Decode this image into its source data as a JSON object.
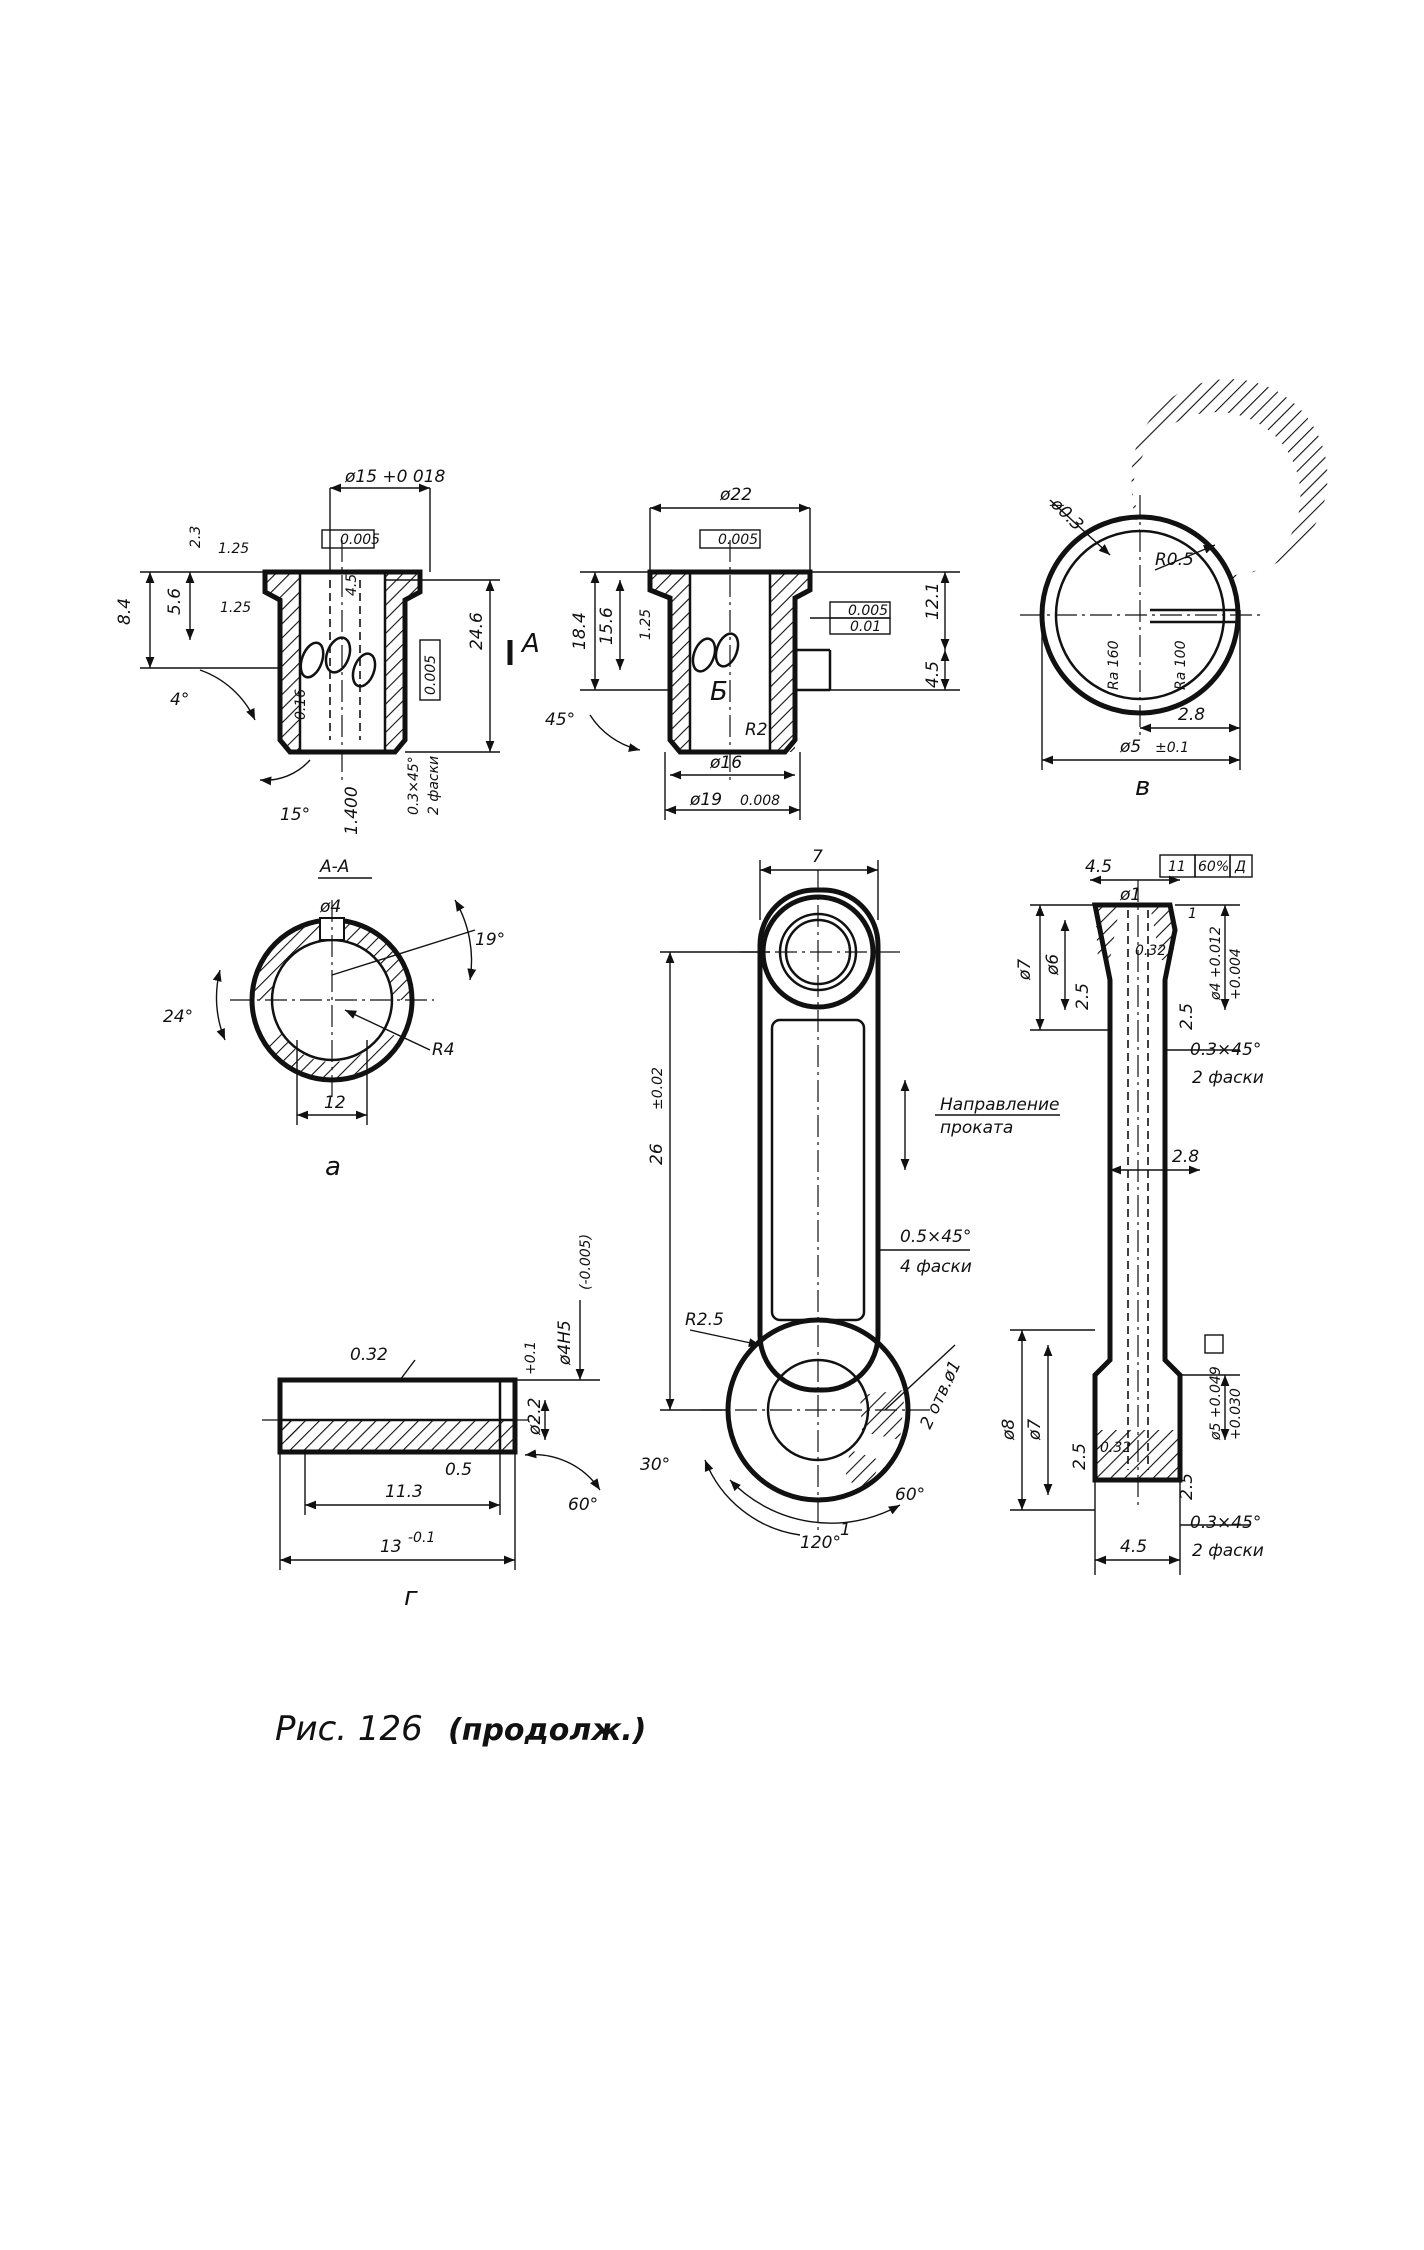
{
  "figure": {
    "caption_prefix": "Рис. 126",
    "caption_suffix": "(продолж.)"
  },
  "views": {
    "a": {
      "label": "а",
      "section_label": "А-А",
      "section_mark": "А",
      "dims": {
        "bore": "ø15 +0 018",
        "d84": "8.4",
        "d56": "5.6",
        "d23": "2.3",
        "d125a": "1.25",
        "d125b": "1.25",
        "d45": "4.5",
        "d246": "24.6",
        "ang4": "4°",
        "r016": "0.16",
        "ang15": "15°",
        "rough": "1.400",
        "chamfer": "0.3×45°",
        "chamfer_note": "2 фаски",
        "tol_flat": "0.005",
        "tol_run": "0.005"
      },
      "section_dims": {
        "d4": "ø4",
        "ang19": "19°",
        "ang24": "24°",
        "r4": "R4",
        "w12": "12"
      }
    },
    "b": {
      "label": "Б",
      "dims": {
        "d22": "ø22",
        "d184": "18.4",
        "d156": "15.6",
        "d125": "1.25",
        "d121": "12.1",
        "d45": "4.5",
        "ang45": "45°",
        "r2": "R2",
        "d16": "ø16",
        "d19": "ø19",
        "d19tol": "0.008",
        "tol_run": "0.005",
        "tol_flat": "0.005",
        "tol_par": "0.01"
      }
    },
    "v": {
      "label": "в",
      "dims": {
        "d03": "ø0.3",
        "r05": "R0.5",
        "ra1": "Ra 160",
        "ra2": "Ra 100",
        "d28": "2.8",
        "d5": "ø5",
        "d5tol": "±0.1"
      }
    },
    "g": {
      "label": "г",
      "dims": {
        "d032": "0.32",
        "d4h5": "ø4H5",
        "d4h5tol": "(-0.005)",
        "tol01": "+0.1",
        "d22": "ø2.2",
        "d05": "0.5",
        "d113": "11.3",
        "d13": "13",
        "d13tol": "-0.1",
        "ang60": "60°"
      }
    },
    "rod": {
      "dims": {
        "w7": "7",
        "len": "26",
        "lentol": "±0.02",
        "r25": "R2.5",
        "ang30": "30°",
        "ang120": "120°",
        "ang60": "60°",
        "d1": "1",
        "holes": "2 отв.ø1",
        "chamfer": "0.5×45°",
        "chamfer_note": "4 фаски",
        "arrow_note_1": "Направление",
        "arrow_note_2": "проката"
      }
    },
    "rod_side": {
      "dims": {
        "d45a": "4.5",
        "d1": "ø1",
        "d7a": "ø7",
        "d6": "ø6",
        "r25a": "2.5",
        "d032a": "0.32",
        "d1b": "1",
        "d4tol": "ø4 +0.012",
        "d4tol2": "+0.004",
        "d25b": "2.5",
        "cham1": "0.3×45°",
        "cham1n": "2 фаски",
        "d28": "2.8",
        "d8": "ø8",
        "d7b": "ø7",
        "r25c": "2.5",
        "d032b": "0.32",
        "d5tol": "ø5 +0.049",
        "d5tol2": "+0.030",
        "d25c": "2.5",
        "cham2": "0.3×45°",
        "cham2n": "2 фаски",
        "d45b": "4.5",
        "tol_box1": "11",
        "tol_box2": "60%",
        "tol_box3": "Д"
      }
    }
  }
}
